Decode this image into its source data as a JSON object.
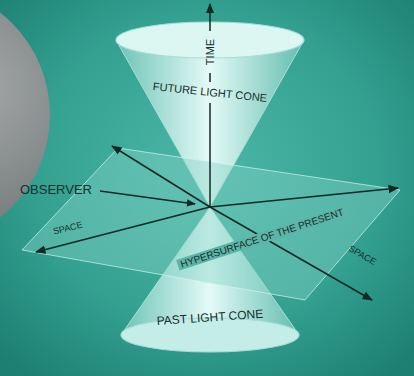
{
  "diagram": {
    "nodes": [
      {
        "text": [
          "TIME",
          "FUTURE LIGHT CONE"
        ]
      },
      {
        "text": [
          "HYPERSURFACE OF THE PRESENT"
        ]
      },
      {
        "text": [
          "PAST LIGHT CONE"
        ]
      }
    ],
    "labels": [
      "OBSERVER",
      "SPACE",
      "SPACE"
    ]
  }
}
